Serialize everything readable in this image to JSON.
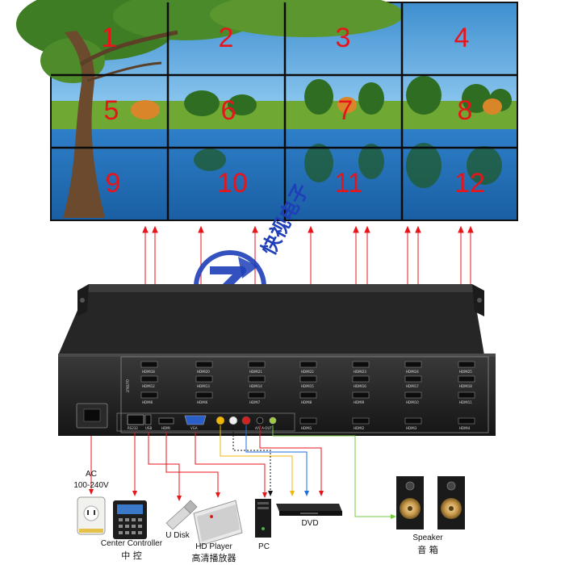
{
  "video_wall": {
    "panels": [
      "1",
      "2",
      "3",
      "4",
      "5",
      "6",
      "7",
      "8",
      "9",
      "10",
      "11",
      "12"
    ]
  },
  "watermark": {
    "brand_text": "快视电子"
  },
  "rear_panel": {
    "port_labels_row1": [
      "HDMI18",
      "HDMI20",
      "HDMI21",
      "HDMI22",
      "HDMI23",
      "HDMI24",
      "HDMI25"
    ],
    "port_labels_row2": [
      "HDMI12",
      "HDMI13",
      "HDMI14",
      "HDMI15",
      "HDMI16",
      "HDMI17",
      "HDMI18"
    ],
    "port_labels_row3": [
      "HDMI6",
      "HDMI6",
      "HDMI7",
      "HDMI8",
      "HDMI9",
      "HDMI10",
      "HDMI11"
    ],
    "port_labels_row4": [
      "HDMI1",
      "HDMI2",
      "HDMI3",
      "HDMI4"
    ],
    "side_label": "OUTPUT",
    "input_labels": {
      "rs232": "RS232",
      "usb": "USB",
      "hdmi": "HDMI",
      "vga": "VGA",
      "audio": "A/V   A-OUT"
    }
  },
  "devices": {
    "power": {
      "line1": "AC",
      "line2": "100-240V"
    },
    "center_controller": {
      "en": "Center Controller",
      "cn": "中  控"
    },
    "udisk": {
      "en": "U Disk"
    },
    "hd_player": {
      "en": "HD Player",
      "cn": "高清播放器"
    },
    "pc": {
      "en": "PC"
    },
    "dvd": {
      "en": "DVD"
    },
    "speaker": {
      "en": "Speaker",
      "cn": "音  箱"
    }
  },
  "colors": {
    "link_red": "#e8141b",
    "link_yellow": "#f2b705",
    "link_blue": "#1e6fe0",
    "link_green": "#7ac943",
    "brand_blue": "#1e3fb8"
  }
}
